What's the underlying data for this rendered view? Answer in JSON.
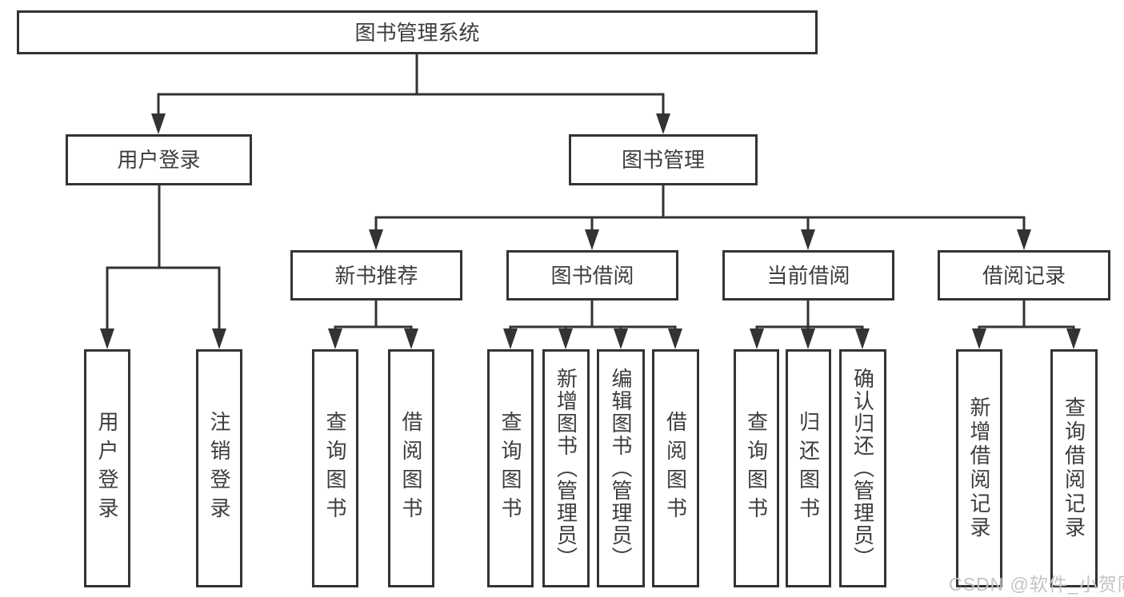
{
  "diagram": {
    "root": {
      "label": "图书管理系统"
    },
    "level2": [
      {
        "label": "用户登录"
      },
      {
        "label": "图书管理"
      }
    ],
    "level3": [
      {
        "label": "新书推荐"
      },
      {
        "label": "图书借阅"
      },
      {
        "label": "当前借阅"
      },
      {
        "label": "借阅记录"
      }
    ],
    "leaves": {
      "user_login": [
        "用户登录",
        "注销登录"
      ],
      "new_books": [
        "查询图书",
        "借阅图书"
      ],
      "book_borrow": [
        "查询图书",
        "新增图书（管理员）",
        "编辑图书（管理员）",
        "借阅图书"
      ],
      "current_borrow": [
        "查询图书",
        "归还图书",
        "确认归还（管理员）"
      ],
      "borrow_records": [
        "新增借阅记录",
        "查询借阅记录"
      ]
    },
    "colors": {
      "line": "#333333",
      "text": "#3d3d3d",
      "watermark": "#c3c3c3",
      "background": "#ffffff"
    },
    "watermark": "CSDN @软件_小贺同学"
  }
}
